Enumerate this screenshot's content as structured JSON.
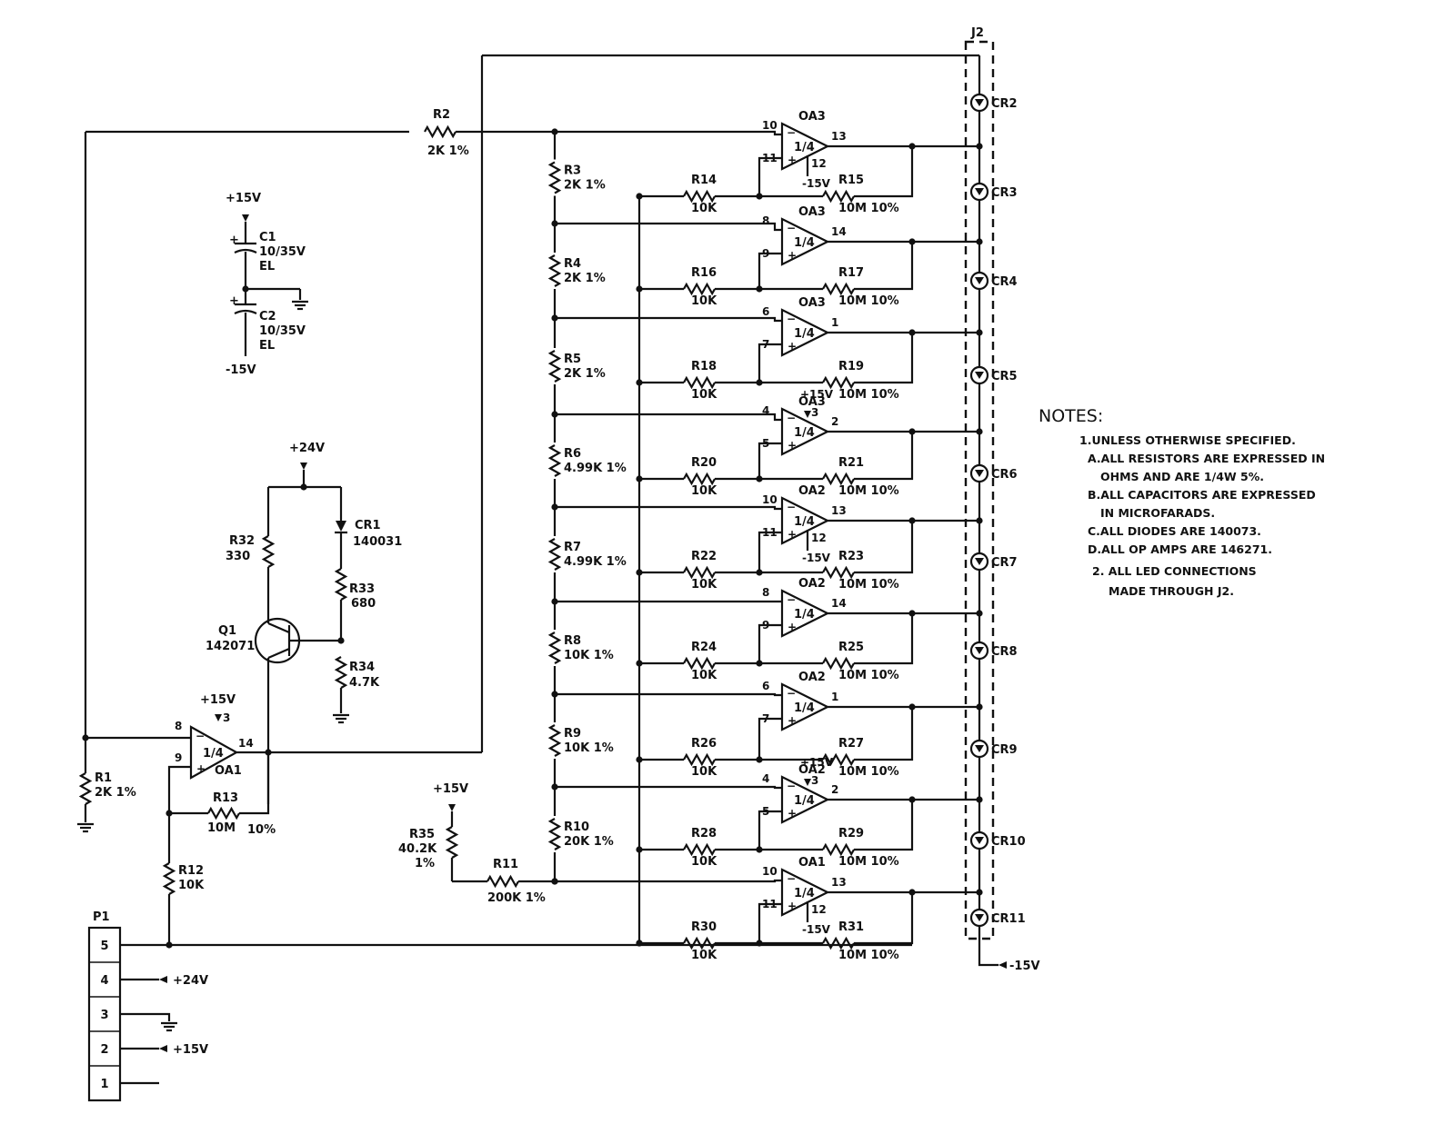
{
  "connector_j2": "J2",
  "leds": [
    "CR2",
    "CR3",
    "CR4",
    "CR5",
    "CR6",
    "CR7",
    "CR8",
    "CR9",
    "CR10",
    "CR11"
  ],
  "neg_supply": "-15V",
  "notes": {
    "title": "NOTES:",
    "lines": [
      "1.UNLESS OTHERWISE SPECIFIED.",
      "A.ALL RESISTORS ARE EXPRESSED IN",
      "OHMS AND ARE 1/4W 5%.",
      "B.ALL CAPACITORS ARE EXPRESSED",
      "IN MICROFARADS.",
      "C.ALL DIODES ARE 140073.",
      "D.ALL OP AMPS ARE 146271.",
      "2. ALL LED CONNECTIONS",
      "MADE THROUGH J2."
    ]
  },
  "r2": {
    "name": "R2",
    "value": "2K 1%"
  },
  "divider": [
    {
      "name": "R3",
      "value": "2K 1%"
    },
    {
      "name": "R4",
      "value": "2K 1%"
    },
    {
      "name": "R5",
      "value": "2K 1%"
    },
    {
      "name": "R6",
      "value": "4.99K 1%"
    },
    {
      "name": "R7",
      "value": "4.99K 1%"
    },
    {
      "name": "R8",
      "value": "10K 1%"
    },
    {
      "name": "R9",
      "value": "10K 1%"
    },
    {
      "name": "R10",
      "value": "20K 1%"
    }
  ],
  "comparators": [
    {
      "amp": "OA3",
      "frac": "1/4",
      "inv": "10",
      "non": "11",
      "out": "13",
      "supply": "12",
      "supply_label": "-15V",
      "rin": "R14",
      "rin_val": "10K",
      "rf": "R15",
      "rf_val": "10M 10%"
    },
    {
      "amp": "OA3",
      "frac": "1/4",
      "inv": "8",
      "non": "9",
      "out": "14",
      "supply": "",
      "supply_label": "",
      "rin": "R16",
      "rin_val": "10K",
      "rf": "R17",
      "rf_val": "10M 10%"
    },
    {
      "amp": "OA3",
      "frac": "1/4",
      "inv": "6",
      "non": "7",
      "out": "1",
      "supply": "",
      "supply_label": "",
      "rin": "R18",
      "rin_val": "10K",
      "rf": "R19",
      "rf_val": "10M 10%"
    },
    {
      "amp": "OA3",
      "frac": "1/4",
      "inv": "4",
      "non": "5",
      "out": "2",
      "supply": "3",
      "supply_label": "+15V",
      "rin": "R20",
      "rin_val": "10K",
      "rf": "R21",
      "rf_val": "10M 10%"
    },
    {
      "amp": "OA2",
      "frac": "1/4",
      "inv": "10",
      "non": "11",
      "out": "13",
      "supply": "12",
      "supply_label": "-15V",
      "rin": "R22",
      "rin_val": "10K",
      "rf": "R23",
      "rf_val": "10M 10%"
    },
    {
      "amp": "OA2",
      "frac": "1/4",
      "inv": "8",
      "non": "9",
      "out": "14",
      "supply": "",
      "supply_label": "",
      "rin": "R24",
      "rin_val": "10K",
      "rf": "R25",
      "rf_val": "10M 10%"
    },
    {
      "amp": "OA2",
      "frac": "1/4",
      "inv": "6",
      "non": "7",
      "out": "1",
      "supply": "",
      "supply_label": "",
      "rin": "R26",
      "rin_val": "10K",
      "rf": "R27",
      "rf_val": "10M 10%"
    },
    {
      "amp": "OA2",
      "frac": "1/4",
      "inv": "4",
      "non": "5",
      "out": "2",
      "supply": "3",
      "supply_label": "+15V",
      "rin": "R28",
      "rin_val": "10K",
      "rf": "R29",
      "rf_val": "10M 10%"
    },
    {
      "amp": "OA1",
      "frac": "1/4",
      "inv": "10",
      "non": "11",
      "out": "13",
      "supply": "12",
      "supply_label": "-15V",
      "rin": "R30",
      "rin_val": "10K",
      "rf": "R31",
      "rf_val": "10M 10%"
    }
  ],
  "caps": {
    "pos": "+15V",
    "neg": "-15V",
    "c1": {
      "name": "C1",
      "value": "10/35V",
      "type": "EL"
    },
    "c2": {
      "name": "C2",
      "value": "10/35V",
      "type": "EL"
    },
    "plus": "+"
  },
  "ref": {
    "supply": "+24V",
    "r32": {
      "name": "R32",
      "value": "330"
    },
    "cr1": {
      "name": "CR1",
      "value": "140031"
    },
    "r33": {
      "name": "R33",
      "value": "680"
    },
    "r34": {
      "name": "R34",
      "value": "4.7K"
    },
    "q1": {
      "name": "Q1",
      "value": "142071"
    }
  },
  "oa1": {
    "supply": "+15V",
    "inv": "8",
    "non": "9",
    "supply_pin": "3",
    "out": "14",
    "frac": "1/4",
    "name": "OA1",
    "r13": {
      "name": "R13",
      "value": "10M",
      "tol": "10%"
    },
    "r1": {
      "name": "R1",
      "value": "2K 1%"
    },
    "r12": {
      "name": "R12",
      "value": "10K"
    }
  },
  "offset": {
    "supply": "+15V",
    "r35": {
      "name": "R35",
      "value": "40.2K",
      "tol": "1%"
    },
    "r11": {
      "name": "R11",
      "value": "200K 1%"
    }
  },
  "p1": {
    "name": "P1",
    "pins": [
      "5",
      "4",
      "3",
      "2",
      "1"
    ],
    "labels": {
      "4": "+24V",
      "2": "+15V"
    }
  }
}
